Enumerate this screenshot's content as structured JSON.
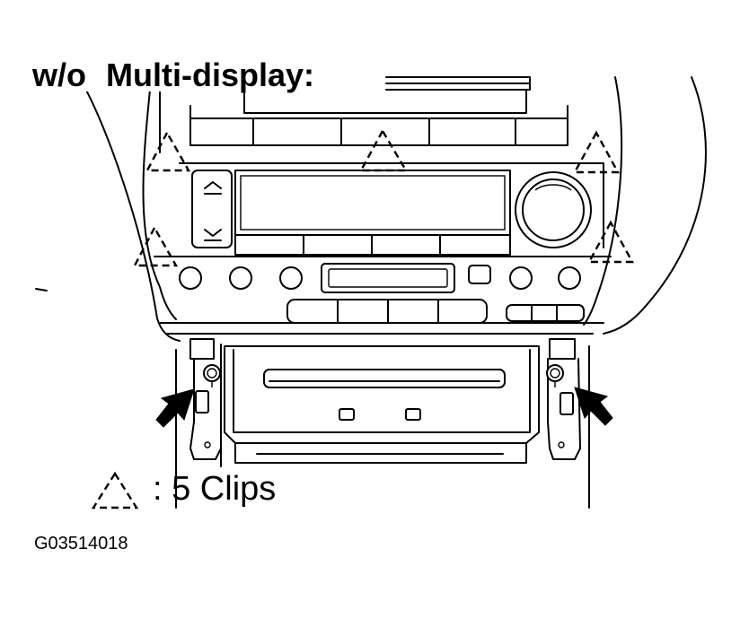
{
  "heading": {
    "prefix": "w/o",
    "label": "Multi-display:"
  },
  "legend": {
    "text": ": 5 Clips",
    "symbol": "clip-triangle"
  },
  "figure_id": "G03514018",
  "icons": {
    "clip_marker": "dashed-triangle-icon",
    "pointer": "arrow-icon",
    "fastener": "bolt-icon"
  },
  "colors": {
    "line": "#000000",
    "background": "#ffffff"
  }
}
